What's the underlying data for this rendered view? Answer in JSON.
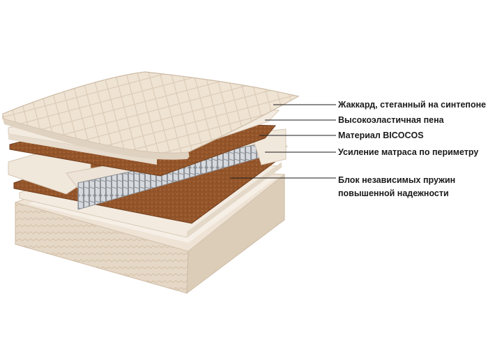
{
  "layers": [
    {
      "label": "Жаккард, стеганный на синтепоне"
    },
    {
      "label": "Высокоэластичная пена"
    },
    {
      "label": "Материал BICOCOS"
    },
    {
      "label": "Усиление матраса по периметру"
    },
    {
      "label_line1": "Блок независимых пружин",
      "label_line2": "повышенной надежности"
    }
  ],
  "colors": {
    "quilt": "#efe3d3",
    "foam": "#f3ebe0",
    "coconut": "#9a5a2c",
    "spring": "#b8bcc2",
    "cover": "#e9dccb",
    "line": "#1a1a1a"
  }
}
